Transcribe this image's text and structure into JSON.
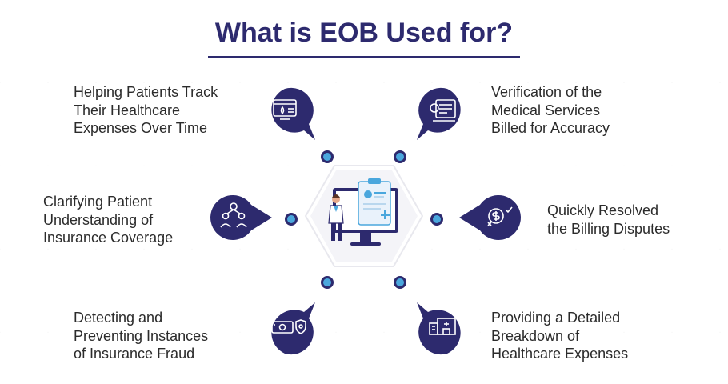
{
  "title": "What is EOB Used for?",
  "colors": {
    "primary": "#2d2a6e",
    "accent": "#4aa7dd",
    "text": "#2b2b2b"
  },
  "items": [
    {
      "text": "Helping Patients Track\nTheir Healthcare\nExpenses Over Time",
      "icon": "monitor-drop-icon"
    },
    {
      "text": "Verification of the\nMedical Services\nBilled for Accuracy",
      "icon": "billing-device-icon"
    },
    {
      "text": "Clarifying Patient\nUnderstanding of\nInsurance Coverage",
      "icon": "people-network-icon"
    },
    {
      "text": "Quickly Resolved\nthe Billing Disputes",
      "icon": "dollar-check-icon"
    },
    {
      "text": "Detecting and\nPreventing Instances\nof Insurance Fraud",
      "icon": "money-shield-icon"
    },
    {
      "text": "Providing a Detailed\nBreakdown of\nHealthcare Expenses",
      "icon": "hospital-calculator-icon"
    }
  ]
}
